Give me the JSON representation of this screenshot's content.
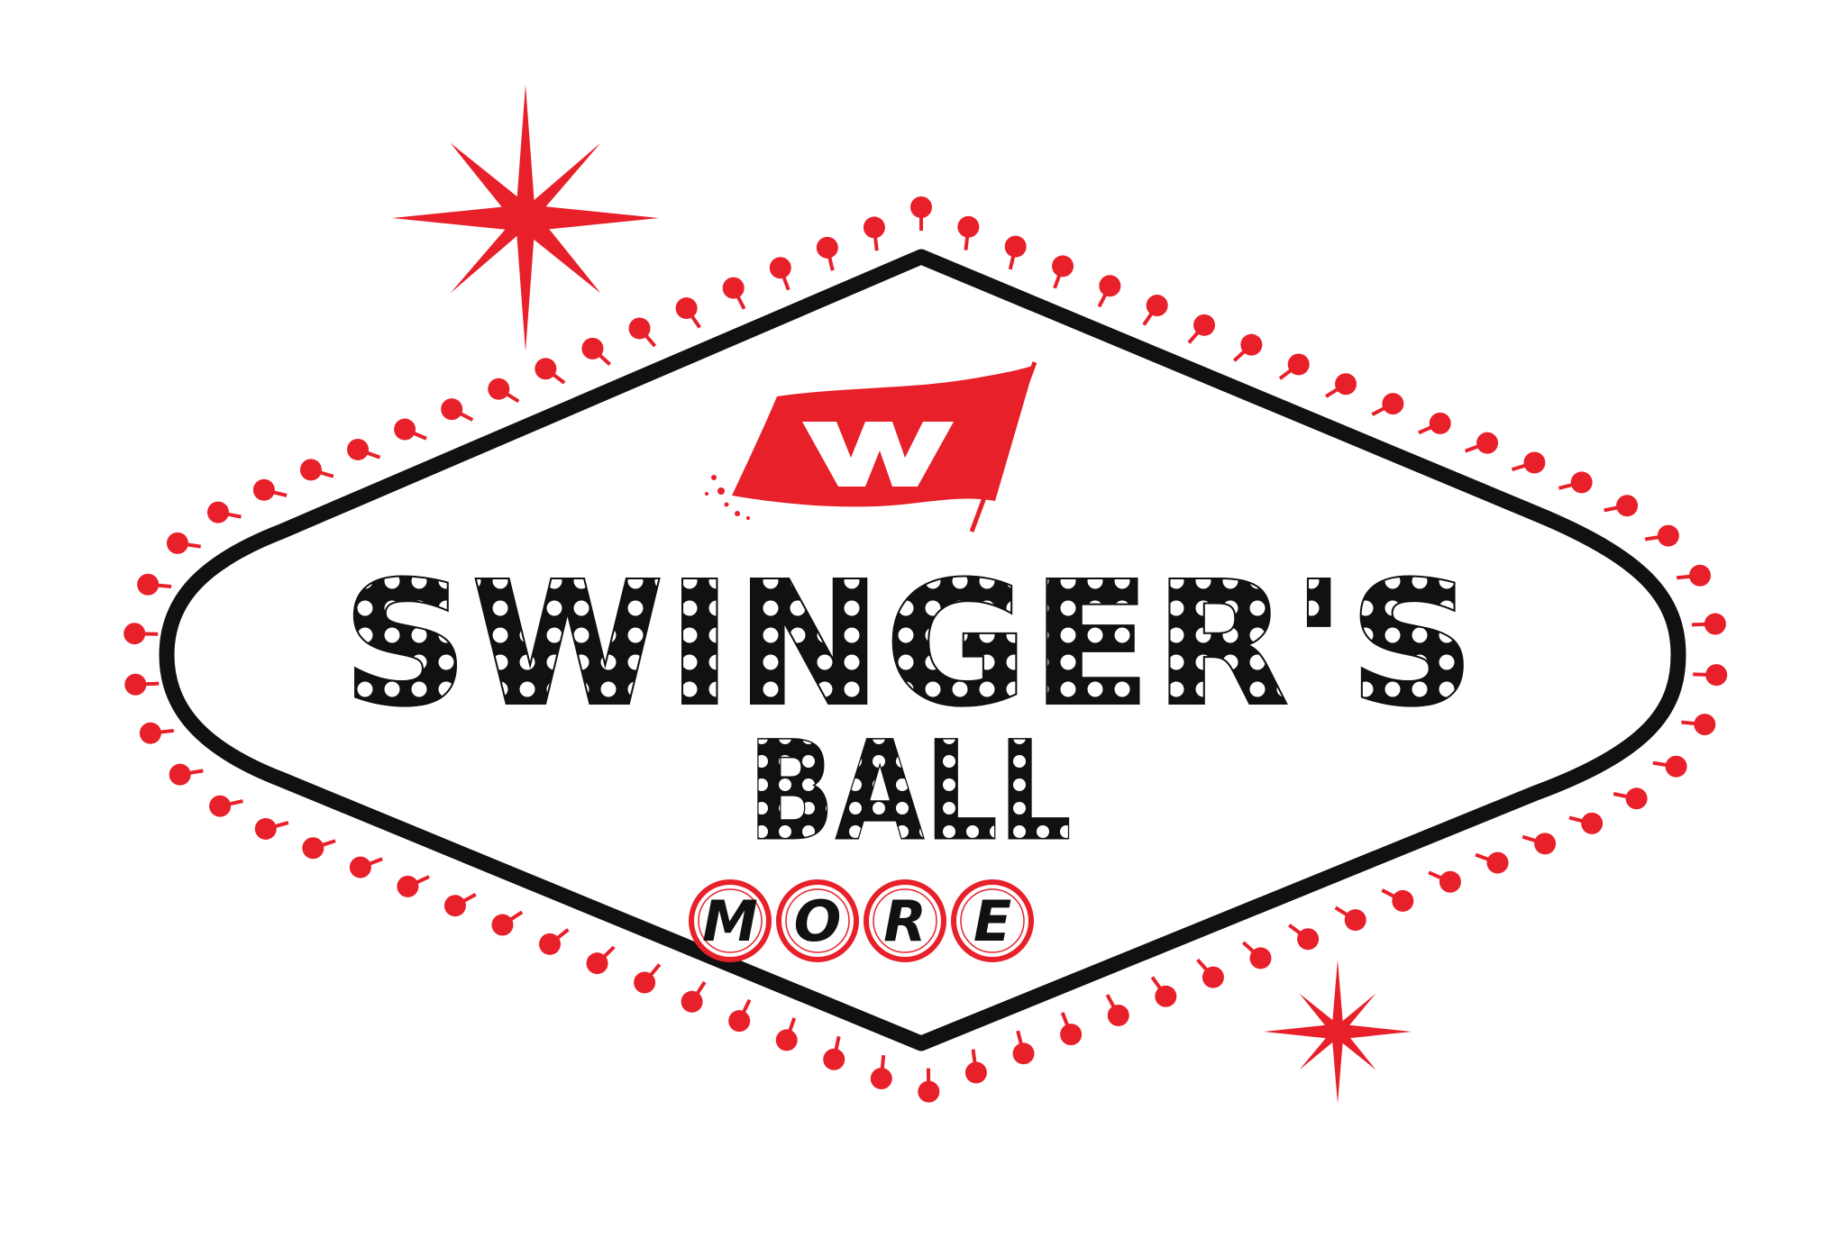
{
  "logo": {
    "title": "SWINGER'S",
    "subtitle": "BALL",
    "badge_letters": [
      "M",
      "O",
      "R",
      "E"
    ]
  },
  "colors": {
    "primary_red": "#e8202a",
    "sign_black": "#111111",
    "bulb_white": "#ffffff",
    "background": "#ffffff"
  },
  "icons": {
    "flag": "waving-flag-icon",
    "star": "sparkle-star-icon",
    "bulb": "marquee-bulb-icon"
  }
}
